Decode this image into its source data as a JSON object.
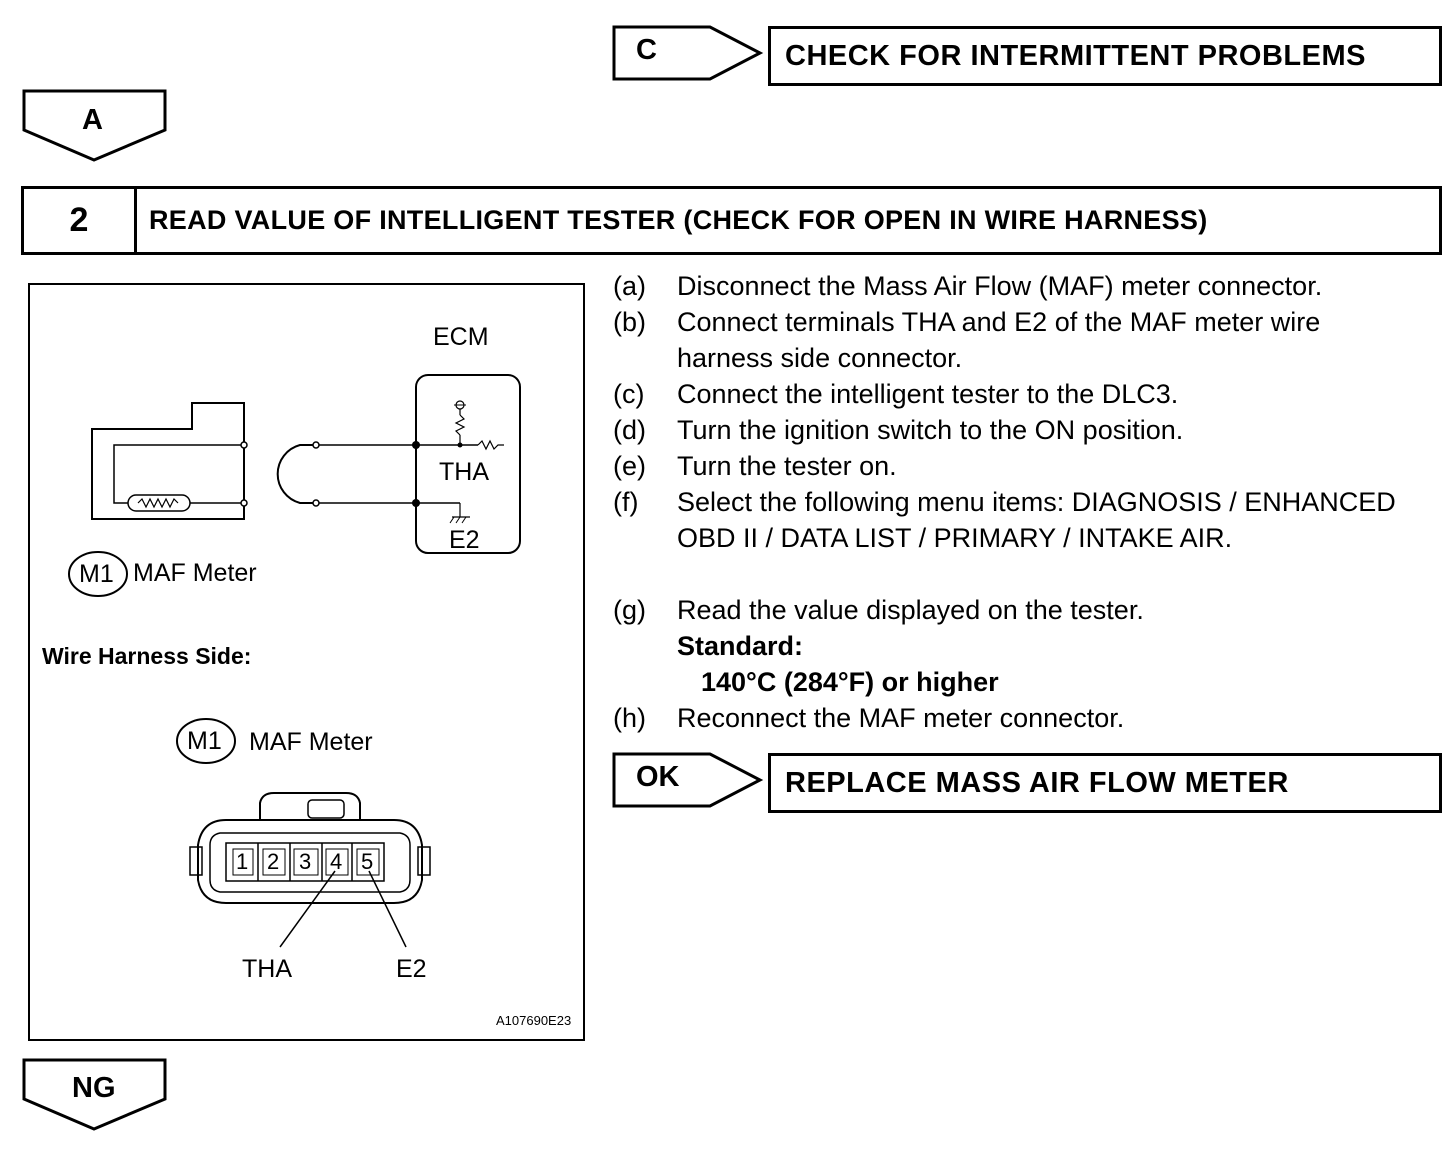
{
  "top_branch": {
    "label": "C",
    "result": "CHECK FOR INTERMITTENT PROBLEMS"
  },
  "branch_a": {
    "label": "A"
  },
  "step": {
    "number": "2",
    "title": "READ VALUE OF INTELLIGENT TESTER (CHECK FOR OPEN IN WIRE HARNESS)"
  },
  "diagram": {
    "ecm_label": "ECM",
    "tha_label": "THA",
    "e2_label": "E2",
    "m1_badge": "M1",
    "maf_meter_label": "MAF Meter",
    "wire_harness_side": "Wire Harness Side:",
    "m1_badge_2": "M1",
    "maf_meter_label_2": "MAF Meter",
    "pins": [
      "1",
      "2",
      "3",
      "4",
      "5"
    ],
    "pin_tha": "THA",
    "pin_e2": "E2",
    "figure_id": "A107690E23"
  },
  "instructions": [
    {
      "letter": "(a)",
      "text": "Disconnect the Mass Air Flow (MAF) meter connector."
    },
    {
      "letter": "(b)",
      "text": "Connect terminals THA and E2 of the MAF meter wire harness side connector."
    },
    {
      "letter": "(c)",
      "text": "Connect the intelligent tester to the DLC3."
    },
    {
      "letter": "(d)",
      "text": "Turn the ignition switch to the ON position."
    },
    {
      "letter": "(e)",
      "text": "Turn the tester on."
    },
    {
      "letter": "(f)",
      "text": "Select the following menu items: DIAGNOSIS / ENHANCED OBD II / DATA LIST / PRIMARY / INTAKE AIR."
    },
    {
      "letter": "(g)",
      "text": "Read the value displayed on the tester."
    },
    {
      "letter": "(h)",
      "text": "Reconnect the MAF meter connector."
    }
  ],
  "standard": {
    "label": "Standard:",
    "value": "140°C (284°F) or higher"
  },
  "ok_branch": {
    "label": "OK",
    "result": "REPLACE MASS AIR FLOW METER"
  },
  "ng_branch": {
    "label": "NG"
  }
}
